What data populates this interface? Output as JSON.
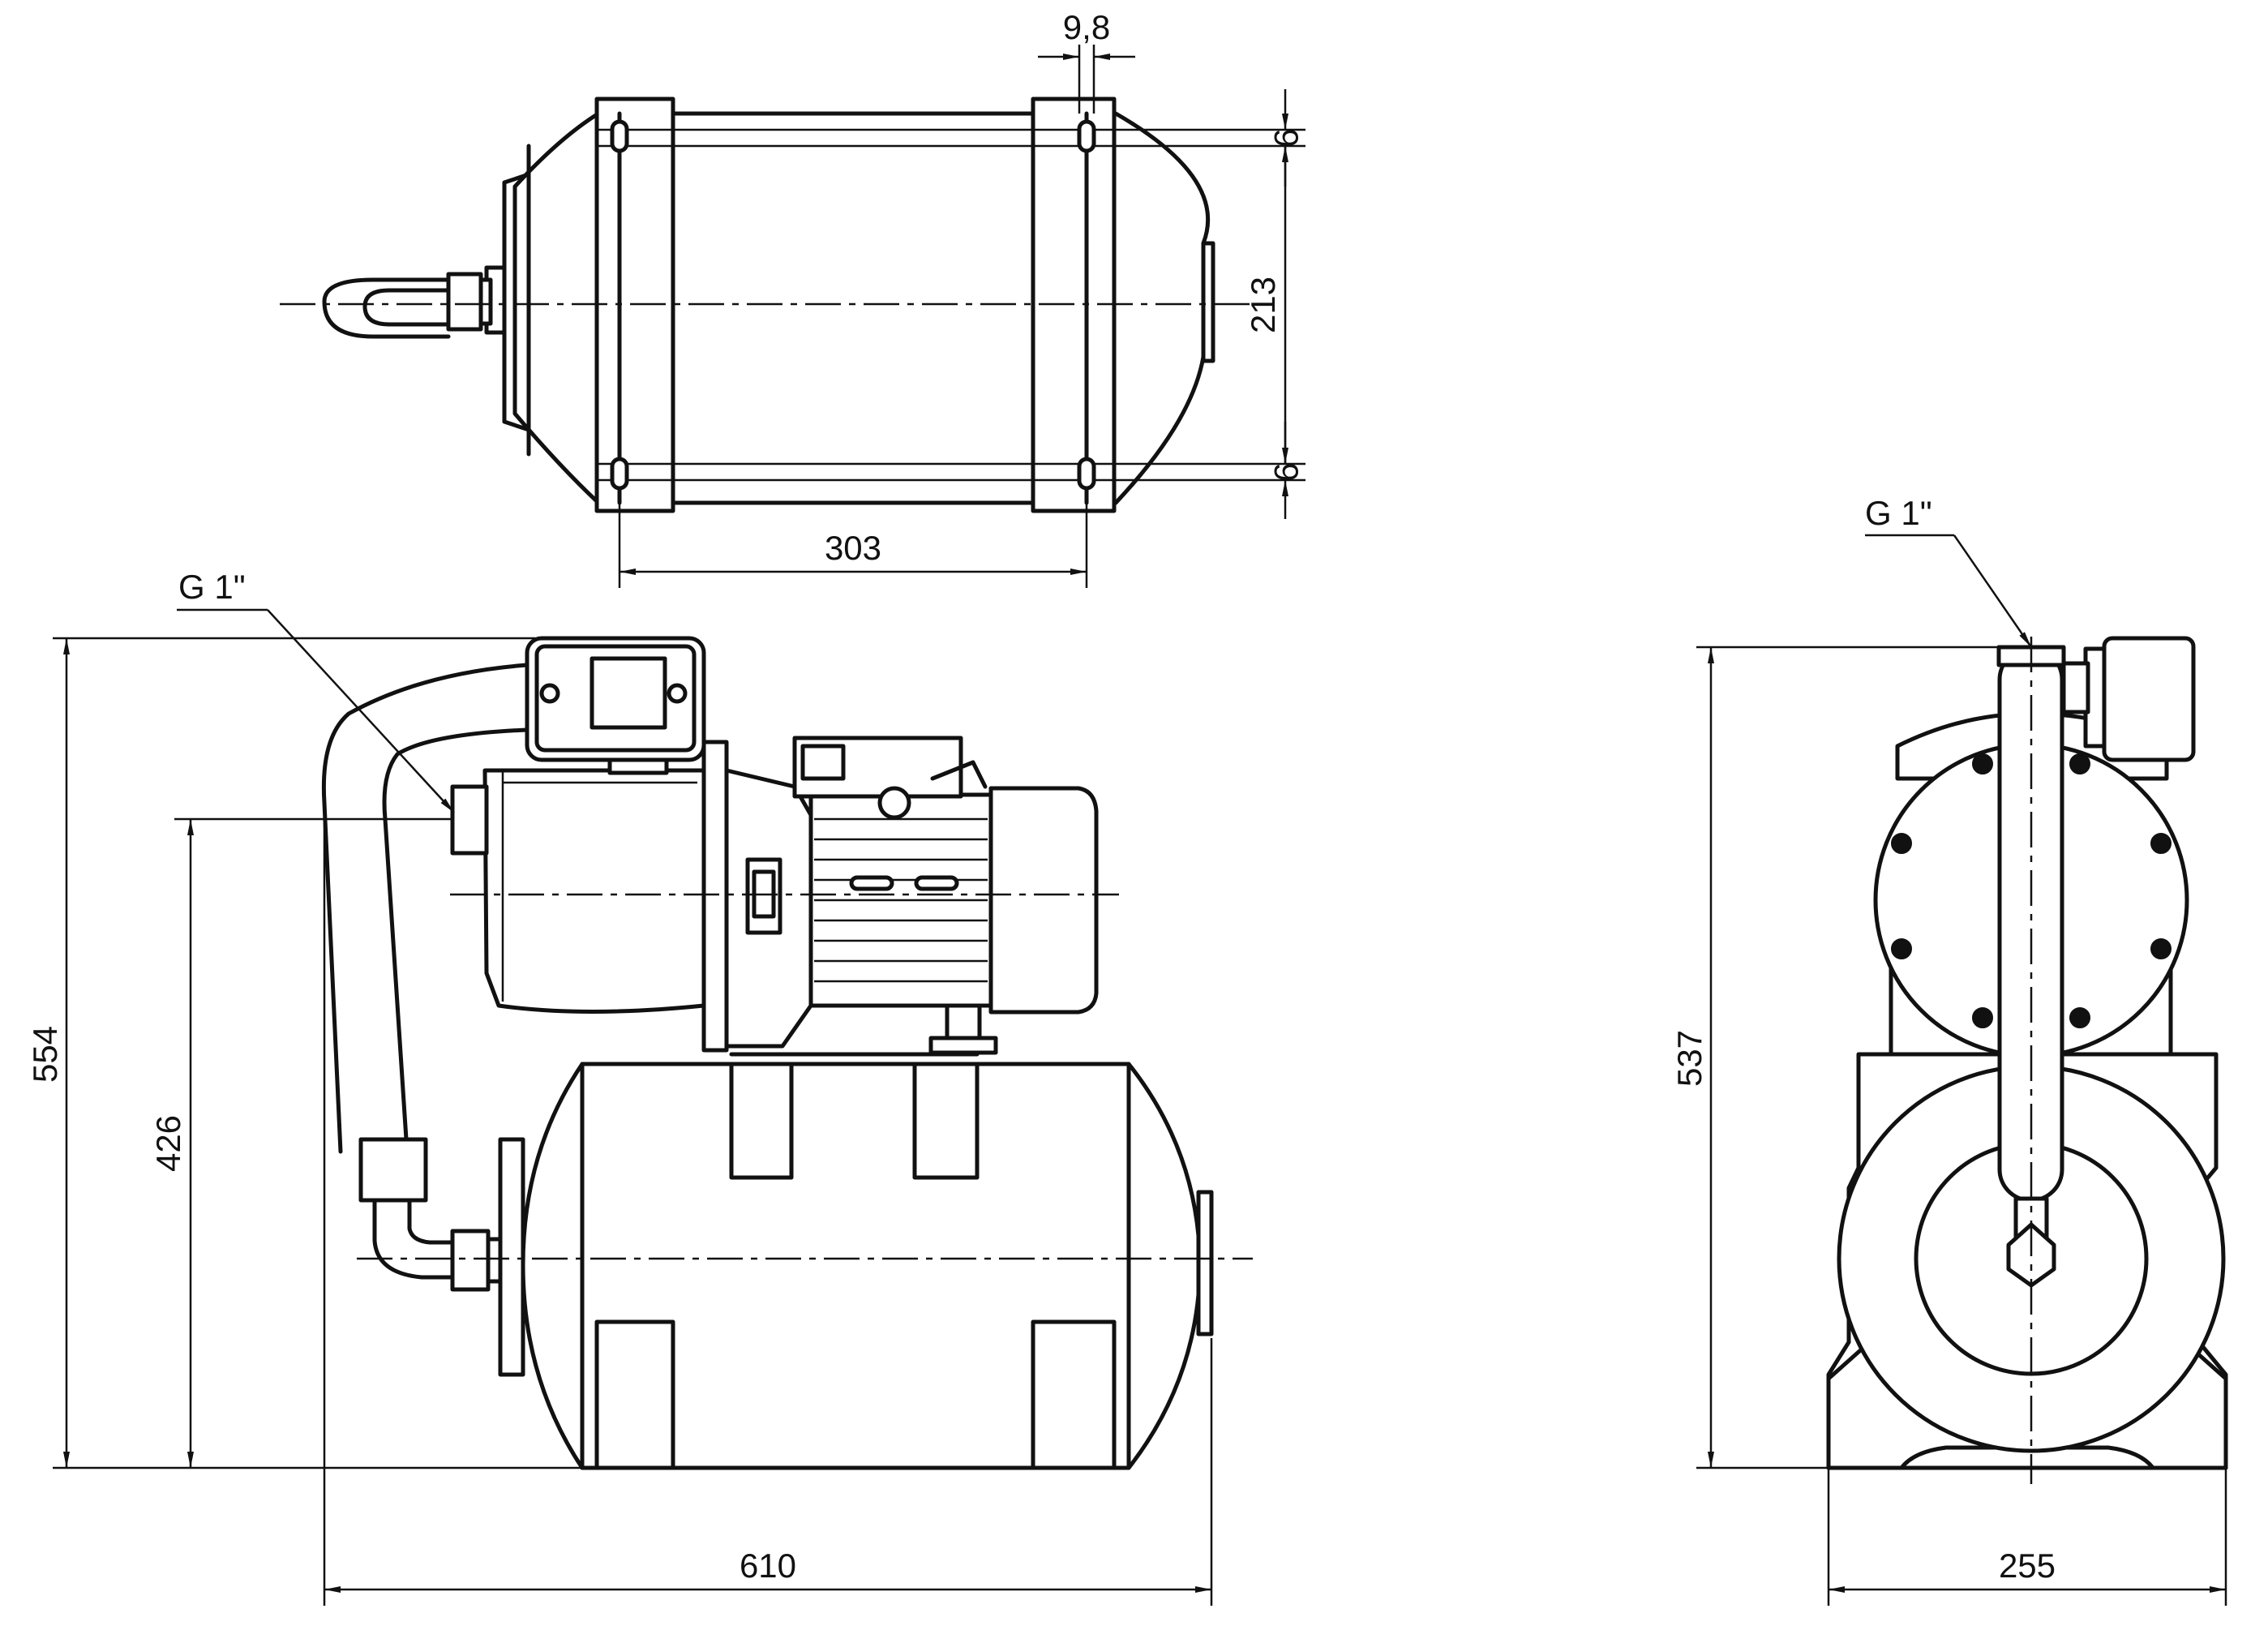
{
  "colors": {
    "line": "#111111",
    "background": "#ffffff"
  },
  "dimensions": {
    "top_slot_width": "9,8",
    "top_slot_upper": "9",
    "top_mount_spacing": "213",
    "top_slot_lower": "9",
    "top_length": "303",
    "front_thread": "G 1\"",
    "front_height_total": "554",
    "front_height_inlet": "426",
    "front_width": "610",
    "side_thread": "G 1\"",
    "side_height": "537",
    "side_width": "255"
  }
}
